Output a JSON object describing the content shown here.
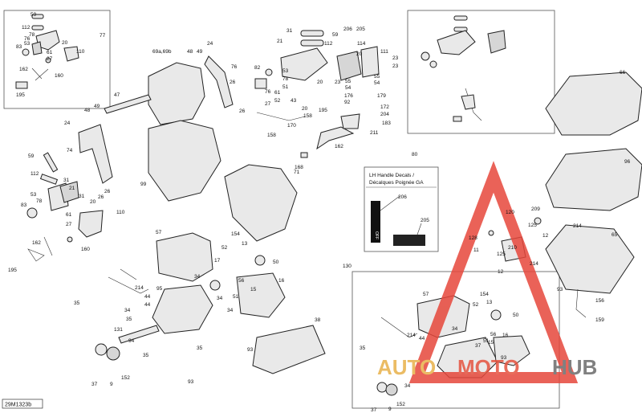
{
  "diagram_code": "29M1323b",
  "decal_box": {
    "title_line1": "LH Handle Decals /",
    "title_line2": "Décalques Poignée GA"
  },
  "decal_text": "OFF",
  "watermark": {
    "auto": "AUTO",
    "moto": "MOTO",
    "hub": "HUB"
  },
  "labels": {
    "l59a": "59",
    "l112a": "112",
    "l77": "77",
    "l78a": "78",
    "l76a": "76",
    "l53a": "53",
    "l20a": "20",
    "l83a": "83",
    "l61a": "61",
    "l27a": "27",
    "l110a": "110",
    "l162a": "162",
    "l160a": "160",
    "l195a": "195",
    "l69": "69a,69b",
    "l48a": "48",
    "l49a": "49",
    "l24a": "24",
    "l76b": "76",
    "l26a": "26",
    "l47": "47",
    "l26b": "26",
    "l31a": "31",
    "l21a": "21",
    "l59b": "59",
    "l112b": "112",
    "l206a": "206",
    "l205a": "205",
    "l114a": "114",
    "l111a": "111",
    "l20b": "20",
    "l23a": "23",
    "l23b": "23",
    "l82a": "82",
    "l53b": "53",
    "l78b": "78",
    "l51a": "51",
    "l20c": "20",
    "l23c": "23",
    "l55a": "55",
    "l54a": "54",
    "l23d": "23",
    "l76c": "76",
    "l27b": "27",
    "l61b": "61",
    "l20d": "20",
    "l52a": "52",
    "l179a": "179",
    "l176a": "176",
    "l43a": "43",
    "l172a": "172",
    "l92a": "92",
    "l204a": "204",
    "l195b": "195",
    "l183a": "183",
    "l158a": "158",
    "l170a": "170",
    "l211a": "211",
    "l158b": "158",
    "l162b": "162",
    "l168a": "168",
    "l80": "80",
    "l66": "66",
    "l96": "96",
    "l48b": "48",
    "l49b": "49",
    "l24b": "24",
    "l74": "74",
    "l59c": "59",
    "l112c": "112",
    "l31b": "31",
    "l53c": "53",
    "l78c": "78",
    "l21b": "21",
    "l26c": "26",
    "l20e": "20",
    "l83b": "83",
    "l61c": "61",
    "l27c": "27",
    "l110b": "110",
    "l162c": "162",
    "l160b": "160",
    "l195c": "195",
    "l99": "99",
    "l71": "71",
    "l206b": "206",
    "l205b": "205",
    "l120": "120",
    "l209": "209",
    "l125a": "125",
    "l128": "128",
    "l214a": "214",
    "l65": "65",
    "l11": "11",
    "l210": "210",
    "l125b": "125",
    "l12a": "12",
    "l12b": "12",
    "l214b": "214",
    "l93a": "93",
    "l156": "156",
    "l159": "159",
    "l57a": "57",
    "l154a": "154",
    "l52b": "52",
    "l13a": "13",
    "l17a": "17",
    "l50a": "50",
    "l56a": "56",
    "l15a": "15",
    "l16a": "16",
    "l34a": "34",
    "l214c": "214",
    "l95": "95",
    "l44a": "44",
    "l44b": "44",
    "l35a": "35",
    "l34b": "34",
    "l34c": "34",
    "l131": "131",
    "l94": "94",
    "l35b": "35",
    "l93b": "93",
    "l35c": "35",
    "l38": "38",
    "l93c": "93",
    "l37a": "37",
    "l9a": "9",
    "l152a": "152",
    "l51b": "51",
    "l34d": "34",
    "l130": "130",
    "l57b": "57",
    "l154b": "154",
    "l52c": "52",
    "l13b": "13",
    "l50b": "50",
    "l214d": "214",
    "l44c": "44",
    "l35d": "35",
    "l34e": "34",
    "l16b": "16",
    "l56b": "56",
    "l15b": "15",
    "l37b": "37",
    "l51c": "51",
    "l93d": "93",
    "l34f": "34",
    "l9b": "9",
    "l152b": "152",
    "l37c": "37"
  }
}
